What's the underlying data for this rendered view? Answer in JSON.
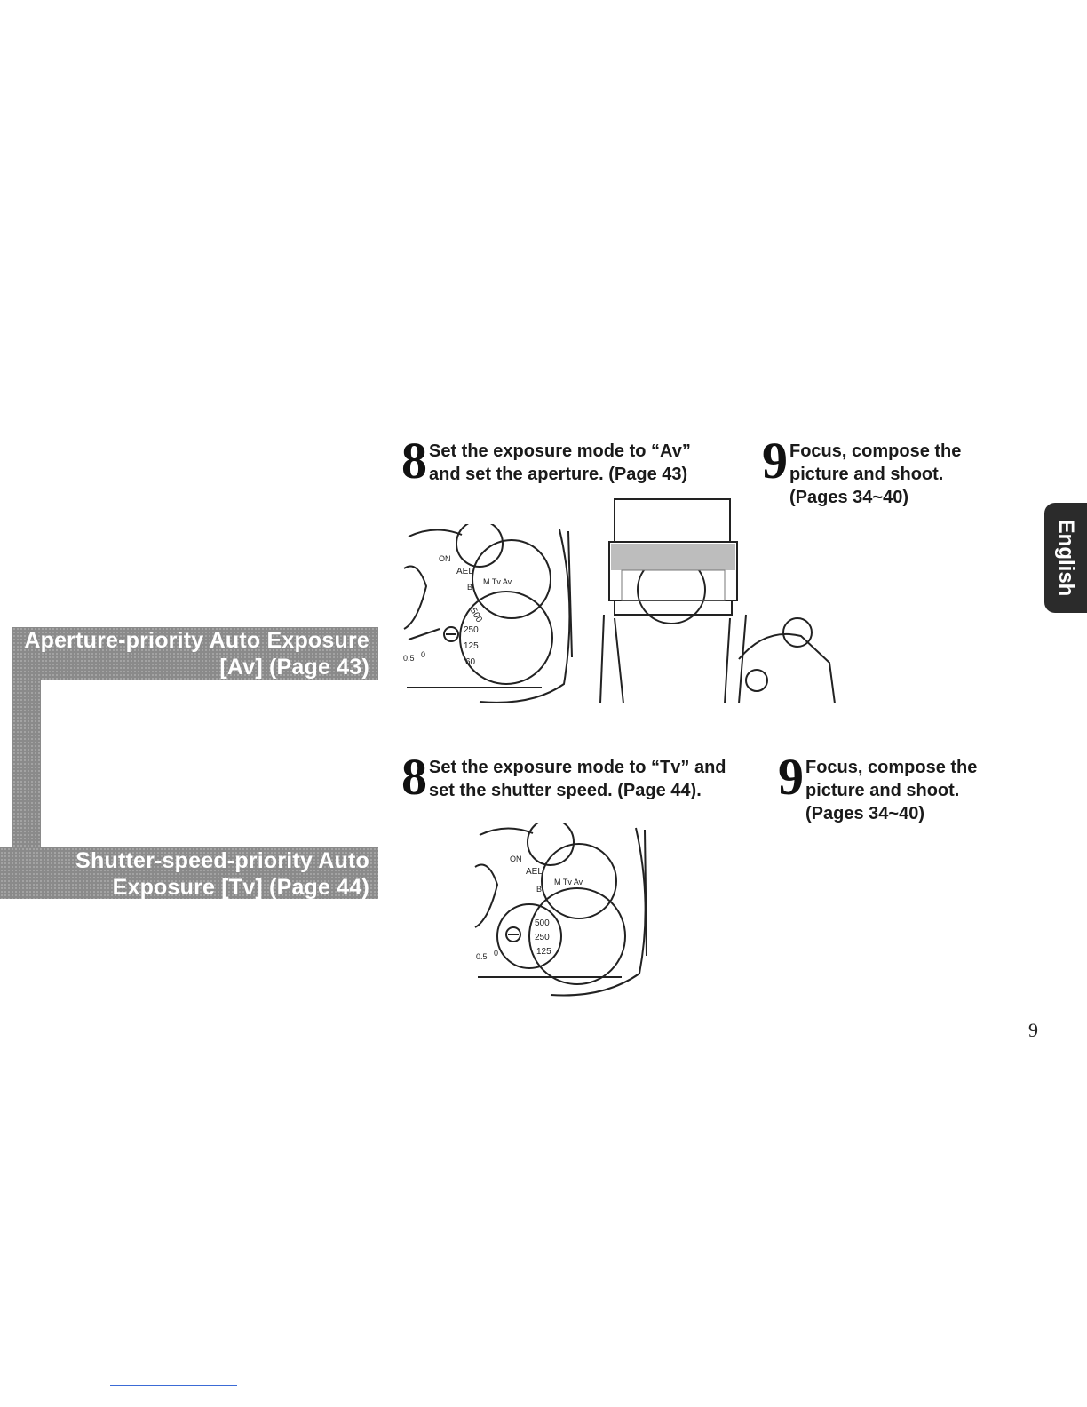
{
  "banners": {
    "aperture": {
      "line1": "Aperture-priority Auto Exposure",
      "line2": "[Av] (Page 43)"
    },
    "shutter": {
      "line1": "Shutter-speed-priority Auto",
      "line2": "Exposure [Tv] (Page 44)"
    }
  },
  "av_section": {
    "step8": {
      "number": "8",
      "line1": "Set the exposure mode to “Av”",
      "line2": "and set the aperture. (Page 43)"
    },
    "step9": {
      "number": "9",
      "line1": "Focus, compose the",
      "line2": "picture and shoot.",
      "line3": "(Pages 34~40)"
    }
  },
  "tv_section": {
    "step8": {
      "number": "8",
      "line1": "Set the exposure mode to “Tv” and",
      "line2": "set the shutter speed. (Page 44)."
    },
    "step9": {
      "number": "9",
      "line1": "Focus, compose the",
      "line2": "picture and shoot.",
      "line3": "(Pages 34~40)"
    }
  },
  "dial_labels": {
    "on": "ON",
    "ael": "AEL",
    "b": "B",
    "modes": "M Tv Av",
    "zero_five": "0.5",
    "zero": "0",
    "speeds_av": [
      "500",
      "250",
      "125",
      "60"
    ],
    "speeds_tv": [
      "500",
      "250",
      "125"
    ]
  },
  "lang_tab": "English",
  "page_number": "9"
}
